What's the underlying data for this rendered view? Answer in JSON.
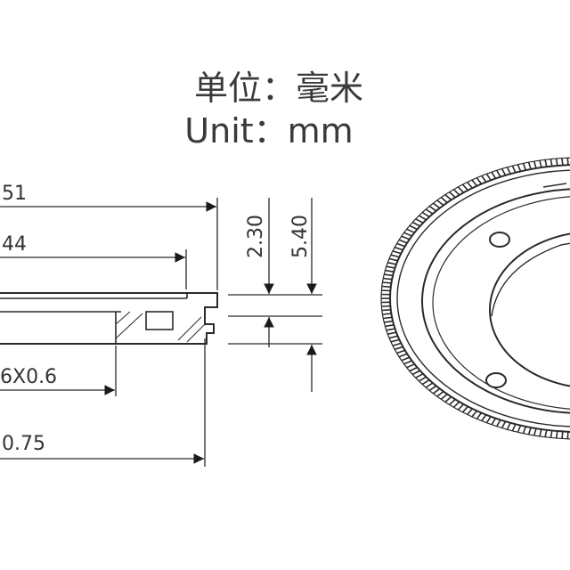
{
  "title": {
    "chinese": "单位：毫米",
    "english": "Unit：mm"
  },
  "dimensions": {
    "d1": "51",
    "d2": "44",
    "thread": "6X0.6",
    "d4": "0.75",
    "height1": "2.30",
    "height2": "5.40"
  },
  "colors": {
    "line": "#2a2a2a",
    "text": "#333333"
  }
}
